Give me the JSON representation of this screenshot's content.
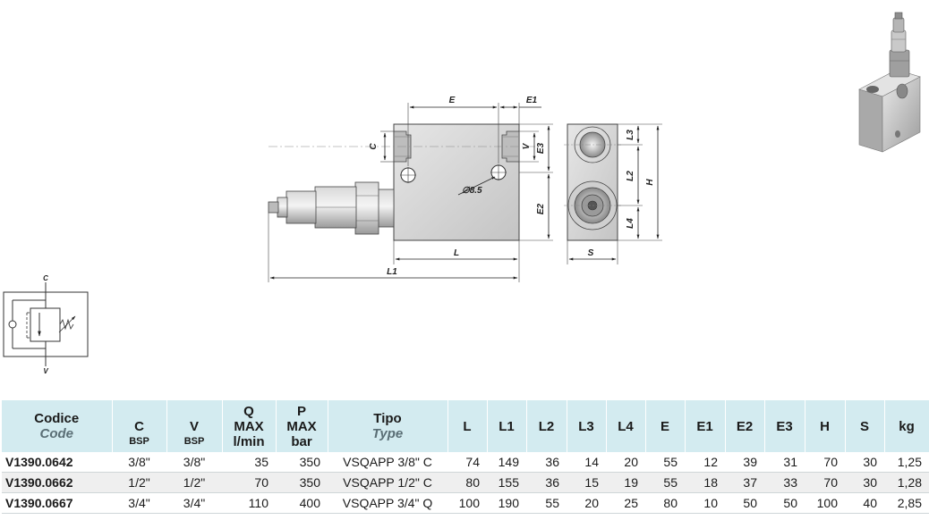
{
  "drawing": {
    "labels": {
      "E": "E",
      "E1": "E1",
      "C": "C",
      "V": "V",
      "E3": "E3",
      "E2": "E2",
      "hole": "∅8.5",
      "L": "L",
      "L1": "L1",
      "L3": "L3",
      "L2": "L2",
      "L4": "L4",
      "H": "H",
      "S": "S"
    },
    "symbol": {
      "top": "C",
      "bottom": "V"
    }
  },
  "table": {
    "headers": [
      {
        "main": "Codice",
        "it": "Code"
      },
      {
        "main": "C",
        "sub": "BSP"
      },
      {
        "main": "V",
        "sub": "BSP"
      },
      {
        "main": "Q",
        "l2": "MAX",
        "l3": "l/min"
      },
      {
        "main": "P",
        "l2": "MAX",
        "l3": "bar"
      },
      {
        "main": "Tipo",
        "it": "Type"
      },
      {
        "main": "L"
      },
      {
        "main": "L1"
      },
      {
        "main": "L2"
      },
      {
        "main": "L3"
      },
      {
        "main": "L4"
      },
      {
        "main": "E"
      },
      {
        "main": "E1"
      },
      {
        "main": "E2"
      },
      {
        "main": "E3"
      },
      {
        "main": "H"
      },
      {
        "main": "S"
      },
      {
        "main": "kg"
      }
    ],
    "rows": [
      [
        "V1390.0642",
        "3/8\"",
        "3/8\"",
        "35",
        "350",
        "VSQAPP 3/8\" C",
        "74",
        "149",
        "36",
        "14",
        "20",
        "55",
        "12",
        "39",
        "31",
        "70",
        "30",
        "1,25"
      ],
      [
        "V1390.0662",
        "1/2\"",
        "1/2\"",
        "70",
        "350",
        "VSQAPP 1/2\" C",
        "80",
        "155",
        "36",
        "15",
        "19",
        "55",
        "18",
        "37",
        "33",
        "70",
        "30",
        "1,28"
      ],
      [
        "V1390.0667",
        "3/4\"",
        "3/4\"",
        "110",
        "400",
        "VSQAPP 3/4\" Q",
        "100",
        "190",
        "55",
        "20",
        "25",
        "80",
        "10",
        "50",
        "50",
        "100",
        "40",
        "2,85"
      ]
    ]
  }
}
